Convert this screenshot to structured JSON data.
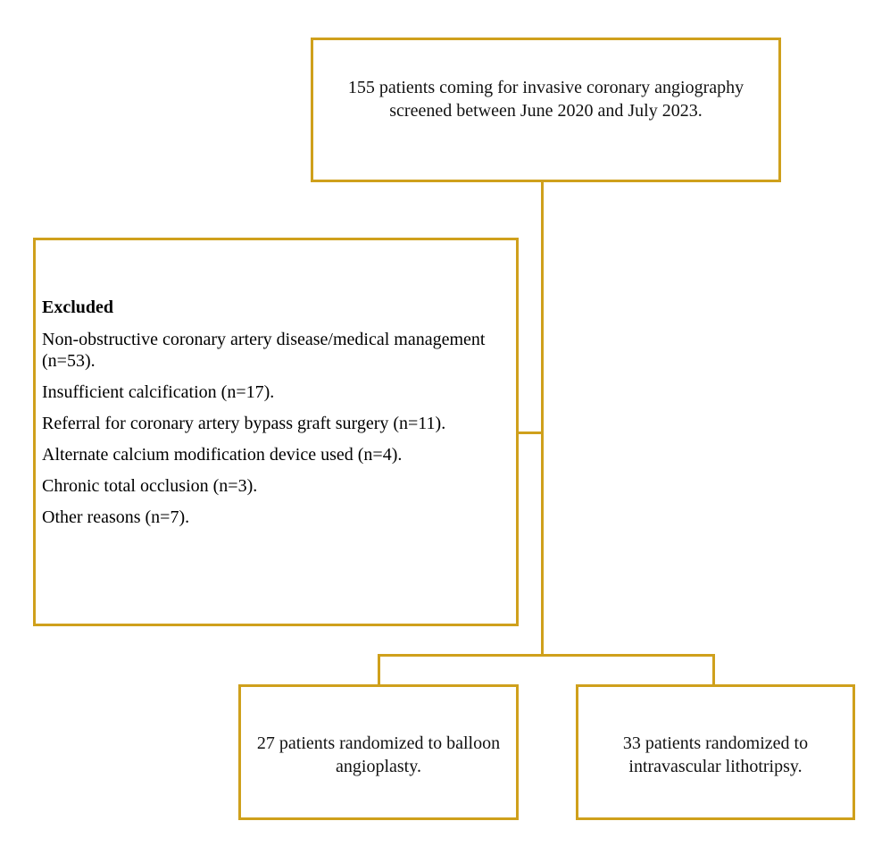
{
  "diagram": {
    "title": "CONSORT patient flow diagram",
    "accent_color": "#cfa01c",
    "text_color": "#111111",
    "background_color": "#ffffff"
  },
  "nodes": {
    "screened": {
      "text": "155 patients coming for invasive coronary angiography screened between June 2020 and July 2023.",
      "count": 155
    },
    "excluded": {
      "title": "Excluded",
      "reasons": [
        {
          "label": "Non-obstructive coronary artery disease/medical management (n=53).",
          "n": 53
        },
        {
          "label": "Insufficient calcification (n=17).",
          "n": 17
        },
        {
          "label": "Referral for coronary artery bypass graft surgery (n=11).",
          "n": 11
        },
        {
          "label": "Alternate calcium modification device used (n=4).",
          "n": 4
        },
        {
          "label": "Chronic total occlusion (n=3).",
          "n": 3
        },
        {
          "label": "Other reasons (n=7).",
          "n": 7
        }
      ]
    },
    "arm_balloon": {
      "text": "27 patients randomized to balloon angioplasty.",
      "count": 27
    },
    "arm_ivl": {
      "text": "33 patients randomized to intravascular lithotripsy.",
      "count": 33
    }
  }
}
